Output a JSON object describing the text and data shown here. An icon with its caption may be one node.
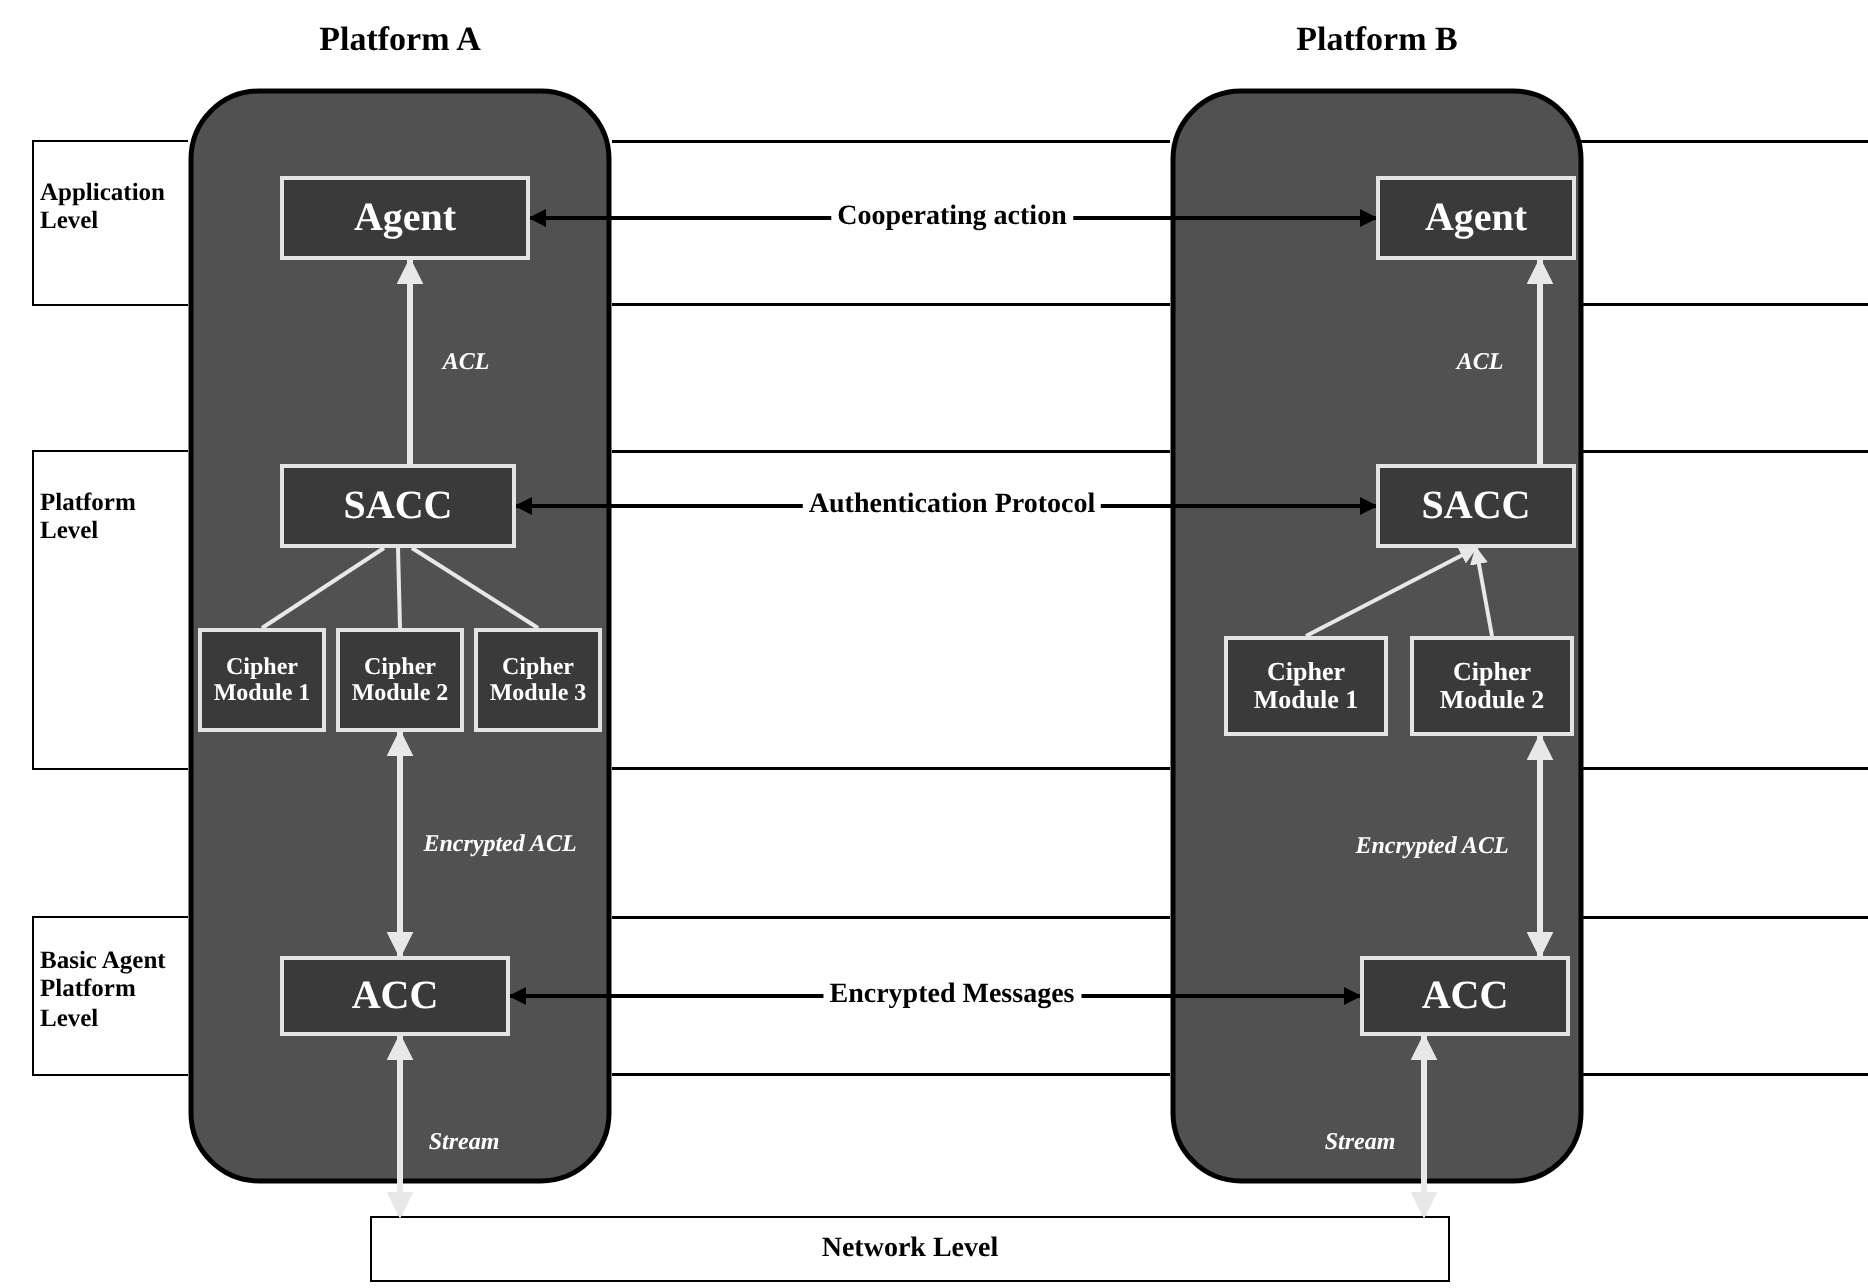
{
  "diagram": {
    "nodes": [
      {
        "text": [
          "Platform A"
        ]
      },
      {
        "text": [
          "Platform B"
        ]
      },
      {
        "text": [
          "Application Level"
        ]
      },
      {
        "text": [
          "Agent"
        ],
        "in": 0
      },
      {
        "text": [
          "Agent"
        ],
        "in": 1
      },
      {
        "text": [
          "Platform Level"
        ]
      },
      {
        "text": [
          "SACC"
        ],
        "in": 0
      },
      {
        "text": [
          "SACC"
        ],
        "in": 1
      },
      {
        "text": [
          "Cipher Module 1"
        ],
        "in": 0
      },
      {
        "text": [
          "Cipher Module 2"
        ],
        "in": 0
      },
      {
        "text": [
          "Cipher Module 3"
        ],
        "in": 0
      },
      {
        "text": [
          "Cipher Module 1"
        ],
        "in": 1
      },
      {
        "text": [
          "Cipher Module 2"
        ],
        "in": 1
      },
      {
        "text": [
          "Basic Agent Platform Level"
        ]
      },
      {
        "text": [
          "ACC"
        ],
        "in": 0
      },
      {
        "text": [
          "ACC"
        ],
        "in": 1
      },
      {
        "text": [
          "Network Level"
        ]
      }
    ],
    "edges": [
      {
        "from": 3,
        "to": 4,
        "arrow": "both",
        "label": "Cooperating action",
        "color": "#000000"
      },
      {
        "from": 6,
        "to": 3,
        "arrow": "to",
        "label": "ACL"
      },
      {
        "from": 7,
        "to": 4,
        "arrow": "to",
        "label": "ACL"
      },
      {
        "from": 6,
        "to": 7,
        "arrow": "both",
        "label": "Authentication Protocol",
        "color": "#000000"
      },
      {
        "from": 6,
        "to": 8,
        "arrow": "none"
      },
      {
        "from": 6,
        "to": 9,
        "arrow": "none"
      },
      {
        "from": 6,
        "to": 10,
        "arrow": "none"
      },
      {
        "from": 11,
        "to": 7,
        "arrow": "to"
      },
      {
        "from": 12,
        "to": 7,
        "arrow": "to"
      },
      {
        "from": 9,
        "to": 14,
        "arrow": "both",
        "label": "Encrypted ACL"
      },
      {
        "from": 12,
        "to": 15,
        "arrow": "both",
        "label": "Encrypted ACL"
      },
      {
        "from": 14,
        "to": 15,
        "arrow": "both",
        "label": "Encrypted Messages",
        "color": "#000000"
      },
      {
        "from": 14,
        "to": 16,
        "arrow": "both",
        "label": "Stream"
      },
      {
        "from": 15,
        "to": 16,
        "arrow": "both",
        "label": "Stream"
      }
    ]
  }
}
